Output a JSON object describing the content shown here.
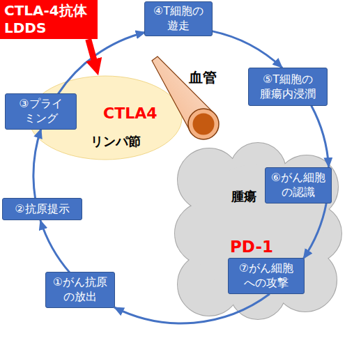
{
  "diagram": {
    "nodes": [
      {
        "text": [
          "CTLA-4抗体 LDDS"
        ]
      },
      {
        "text": [
          "①がん抗原の放出"
        ]
      },
      {
        "text": [
          "②抗原提示"
        ]
      },
      {
        "text": [
          "③プライミング"
        ]
      },
      {
        "text": [
          "④T細胞の遊走"
        ]
      },
      {
        "text": [
          "⑤T細胞の腫瘍内浸潤"
        ]
      },
      {
        "text": [
          "⑥がん細胞の認識"
        ]
      },
      {
        "text": [
          "⑦がん細胞への攻撃"
        ]
      },
      {
        "text": [
          "CTLA4",
          "リンパ節"
        ]
      },
      {
        "text": [
          "血管"
        ]
      },
      {
        "text": [
          "腫瘍",
          "PD-1"
        ]
      }
    ],
    "edges": [
      {
        "from": 1,
        "to": 2,
        "arrow": "to"
      },
      {
        "from": 2,
        "to": 3,
        "arrow": "to"
      },
      {
        "from": 3,
        "to": 4,
        "arrow": "to"
      },
      {
        "from": 4,
        "to": 5,
        "arrow": "to"
      },
      {
        "from": 5,
        "to": 6,
        "arrow": "to"
      },
      {
        "from": 6,
        "to": 7,
        "arrow": "to"
      },
      {
        "from": 7,
        "to": 1,
        "arrow": "to"
      },
      {
        "from": 0,
        "to": 8,
        "arrow": "to"
      }
    ]
  }
}
